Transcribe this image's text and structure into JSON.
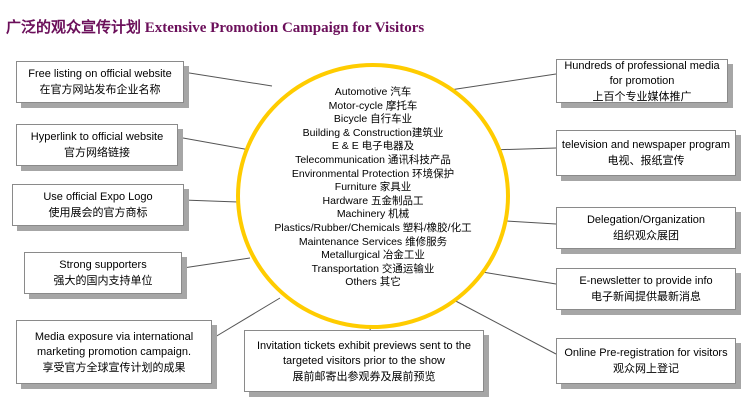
{
  "title": "广泛的观众宣传计划 Extensive Promotion Campaign for Visitors",
  "left_boxes": [
    {
      "en": "Free listing on official website",
      "zh": "在官方网站发布企业名称"
    },
    {
      "en": "Hyperlink to official website",
      "zh": "官方网络链接"
    },
    {
      "en": "Use official Expo Logo",
      "zh": "使用展会的官方商标"
    },
    {
      "en": "Strong supporters",
      "zh": "强大的国内支持单位"
    },
    {
      "en": "Media exposure via international marketing promotion campaign.",
      "zh": "享受官方全球宣传计划的成果"
    }
  ],
  "bottom_box": {
    "en": "Invitation tickets exhibit previews sent to the targeted visitors prior to the show",
    "zh": "展前邮寄出参观券及展前预览"
  },
  "right_boxes": [
    {
      "en": "Hundreds of professional media for promotion",
      "zh": "上百个专业媒体推广"
    },
    {
      "en": "television and newspaper program",
      "zh": "电视、报纸宣传"
    },
    {
      "en": "Delegation/Organization",
      "zh": "组织观众展团"
    },
    {
      "en": "E-newsletter to provide info",
      "zh": "电子新闻提供最新消息"
    },
    {
      "en": "Online Pre-registration for visitors",
      "zh": "观众网上登记"
    }
  ],
  "industries": [
    "Automotive 汽车",
    "Motor-cycle 摩托车",
    "Bicycle 自行车业",
    "Building & Construction建筑业",
    "E & E 电子电器及",
    "Telecommunication 通讯科技产品",
    "Environmental Protection 环境保护",
    "Furniture 家具业",
    "Hardware 五金制品工",
    "Machinery 机械",
    "Plastics/Rubber/Chemicals 塑料/橡胶/化工",
    "Maintenance Services 维修服务",
    "Metallurgical 冶金工业",
    "Transportation 交通运输业",
    "Others 其它"
  ],
  "colors": {
    "title": "#6b0f5a",
    "ellipse_border": "#ffcc00",
    "box_shadow": "#a6a6a6"
  }
}
